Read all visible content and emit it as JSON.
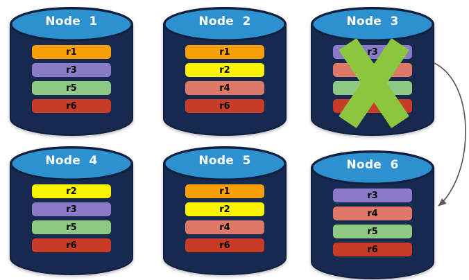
{
  "background_color": "#FFFFFF",
  "cylinder": {
    "body_color": "#17294E",
    "top_color": "#2E91CF",
    "outline_color": "#0F1F3D",
    "label_color": "#FFFFFF"
  },
  "failure_mark": {
    "icon": "x-cross",
    "color": "#8CC63E",
    "on_node": "Node 3"
  },
  "arrow": {
    "style": "curved",
    "color": "#5A5A5A",
    "from": "Node 3",
    "to": "Node 6"
  },
  "replica_palette": {
    "r1": "#F9A008",
    "r2": "#FAF400",
    "r3": "#8A7BC8",
    "r4": "#DE7968",
    "r5": "#8DC983",
    "r6": "#C83B27"
  },
  "nodes": [
    {
      "label": "Node  1",
      "failed": false,
      "bars": [
        {
          "label": "r1",
          "color": "#F9A008"
        },
        {
          "label": "r3",
          "color": "#8A7BC8"
        },
        {
          "label": "r5",
          "color": "#8DC983"
        },
        {
          "label": "r6",
          "color": "#C83B27"
        }
      ]
    },
    {
      "label": "Node  2",
      "failed": false,
      "bars": [
        {
          "label": "r1",
          "color": "#F9A008"
        },
        {
          "label": "r2",
          "color": "#FAF400"
        },
        {
          "label": "r4",
          "color": "#DE7968"
        },
        {
          "label": "r6",
          "color": "#C83B27"
        }
      ]
    },
    {
      "label": "Node  3",
      "failed": true,
      "bars": [
        {
          "label": "r3",
          "color": "#8A7BC8"
        },
        {
          "label": "",
          "color": "#DE7968"
        },
        {
          "label": "",
          "color": "#8DC983"
        },
        {
          "label": "",
          "color": "#C83B27"
        }
      ]
    },
    {
      "label": "Node  4",
      "failed": false,
      "bars": [
        {
          "label": "r2",
          "color": "#FAF400"
        },
        {
          "label": "r3",
          "color": "#8A7BC8"
        },
        {
          "label": "r5",
          "color": "#8DC983"
        },
        {
          "label": "r6",
          "color": "#C83B27"
        }
      ]
    },
    {
      "label": "Node  5",
      "failed": false,
      "bars": [
        {
          "label": "r1",
          "color": "#F9A008"
        },
        {
          "label": "r2",
          "color": "#FAF400"
        },
        {
          "label": "r4",
          "color": "#DE7968"
        },
        {
          "label": "r6",
          "color": "#C83B27"
        }
      ]
    },
    {
      "label": "Node  6",
      "failed": false,
      "bars": [
        {
          "label": "r3",
          "color": "#8A7BC8"
        },
        {
          "label": "r4",
          "color": "#DE7968"
        },
        {
          "label": "r5",
          "color": "#8DC983"
        },
        {
          "label": "r6",
          "color": "#C83B27"
        }
      ]
    }
  ]
}
